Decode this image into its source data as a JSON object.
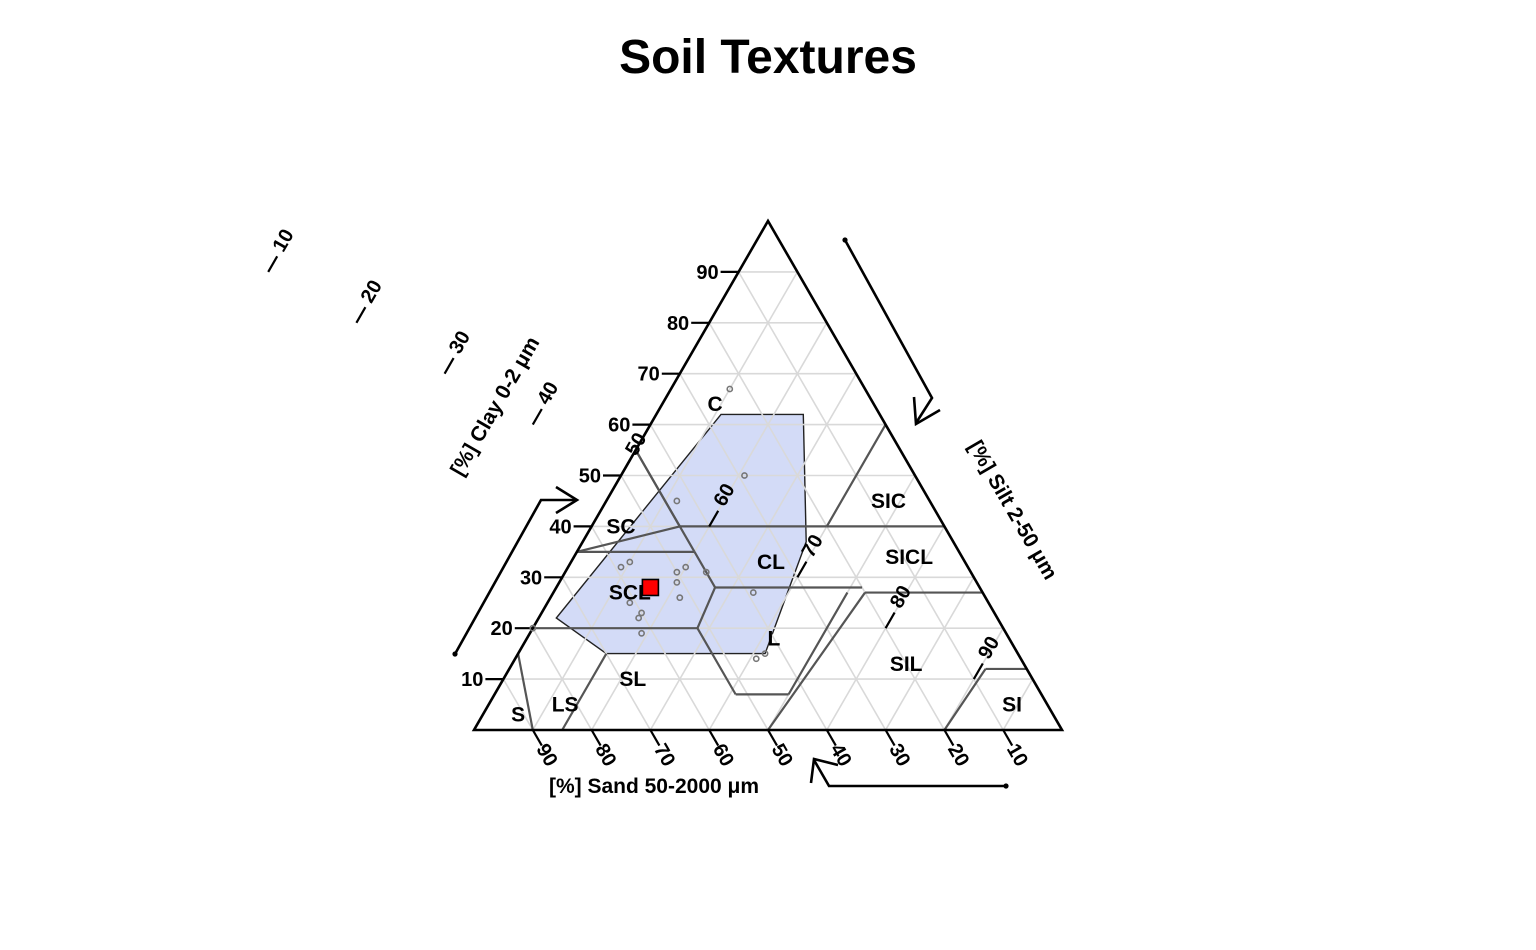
{
  "chart_data": {
    "type": "scatter",
    "chart_kind": "ternary soil texture triangle (USDA)",
    "title": "Soil Textures",
    "axes": {
      "clay": {
        "label": "[%] Clay 0-2 μm",
        "range": [
          0,
          100
        ],
        "ticks": [
          10,
          20,
          30,
          40,
          50,
          60,
          70,
          80,
          90
        ]
      },
      "silt": {
        "label": "[%] Silt 2-50 μm",
        "range": [
          0,
          100
        ],
        "ticks": [
          10,
          20,
          30,
          40,
          50,
          60,
          70,
          80,
          90
        ]
      },
      "sand": {
        "label": "[%] Sand 50-2000 μm",
        "range": [
          0,
          100
        ],
        "ticks": [
          90,
          80,
          70,
          60,
          50,
          40,
          30,
          20,
          10
        ]
      }
    },
    "grid": true,
    "texture_classes": [
      "C",
      "SIC",
      "SC",
      "SICL",
      "CL",
      "SCL",
      "L",
      "SIL",
      "SL",
      "LS",
      "S",
      "SI"
    ],
    "points": [
      {
        "sand": 23,
        "silt": 10,
        "clay": 67
      },
      {
        "sand": 43,
        "silt": 12,
        "clay": 45
      },
      {
        "sand": 29,
        "silt": 21,
        "clay": 50
      },
      {
        "sand": 57,
        "silt": 10,
        "clay": 33
      },
      {
        "sand": 59,
        "silt": 9,
        "clay": 32
      },
      {
        "sand": 48,
        "silt": 20,
        "clay": 32
      },
      {
        "sand": 50,
        "silt": 19,
        "clay": 31
      },
      {
        "sand": 45,
        "silt": 24,
        "clay": 31
      },
      {
        "sand": 51,
        "silt": 20,
        "clay": 29
      },
      {
        "sand": 52,
        "silt": 22,
        "clay": 26
      },
      {
        "sand": 39,
        "silt": 34,
        "clay": 27
      },
      {
        "sand": 61,
        "silt": 14,
        "clay": 25
      },
      {
        "sand": 60,
        "silt": 17,
        "clay": 23
      },
      {
        "sand": 61,
        "silt": 17,
        "clay": 22
      },
      {
        "sand": 62,
        "silt": 19,
        "clay": 19
      },
      {
        "sand": 80,
        "silt": 0,
        "clay": 20
      },
      {
        "sand": 43,
        "silt": 42,
        "clay": 15
      },
      {
        "sand": 45,
        "silt": 41,
        "clay": 14
      }
    ],
    "highlight": {
      "sand": 56,
      "silt": 16,
      "clay": 28,
      "color": "#ff0000"
    },
    "hull": {
      "fill": "#d3dbf7",
      "points": [
        {
          "sand": 27,
          "silt": 11,
          "clay": 62
        },
        {
          "sand": 13,
          "silt": 25,
          "clay": 62
        },
        {
          "sand": 25,
          "silt": 38,
          "clay": 37
        },
        {
          "sand": 43,
          "silt": 42,
          "clay": 15
        },
        {
          "sand": 70,
          "silt": 15,
          "clay": 15
        },
        {
          "sand": 75,
          "silt": 3,
          "clay": 22
        }
      ]
    }
  }
}
